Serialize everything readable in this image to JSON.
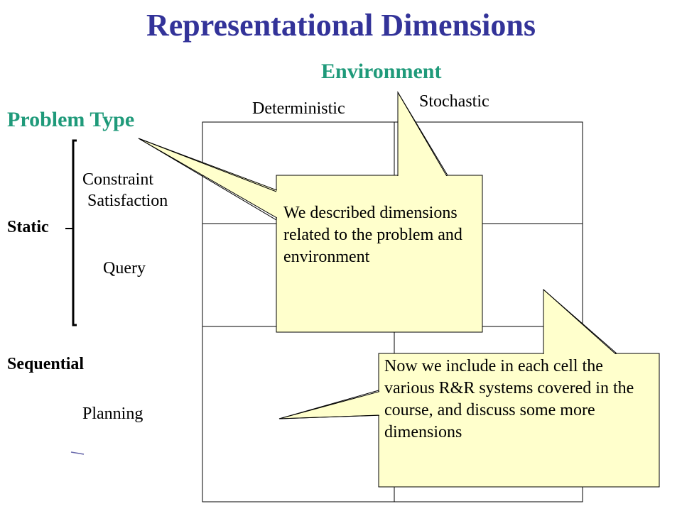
{
  "title": "Representational Dimensions",
  "environment": {
    "heading": "Environment",
    "columns": [
      "Deterministic",
      "Stochastic"
    ]
  },
  "problem_type": {
    "heading": "Problem Type",
    "static_label": "Static",
    "sequential_label": "Sequential",
    "rows": {
      "constraint_line1": "Constraint",
      "constraint_line2": "Satisfaction",
      "query": "Query",
      "planning": "Planning"
    }
  },
  "callouts": {
    "first": "We described dimensions related to the problem and environment",
    "second": "Now we include in each cell the various R&R systems covered in the course, and discuss some more dimensions"
  },
  "colors": {
    "title": "#333399",
    "heading": "#1f9a7a",
    "callout_fill": "#ffffcc"
  }
}
